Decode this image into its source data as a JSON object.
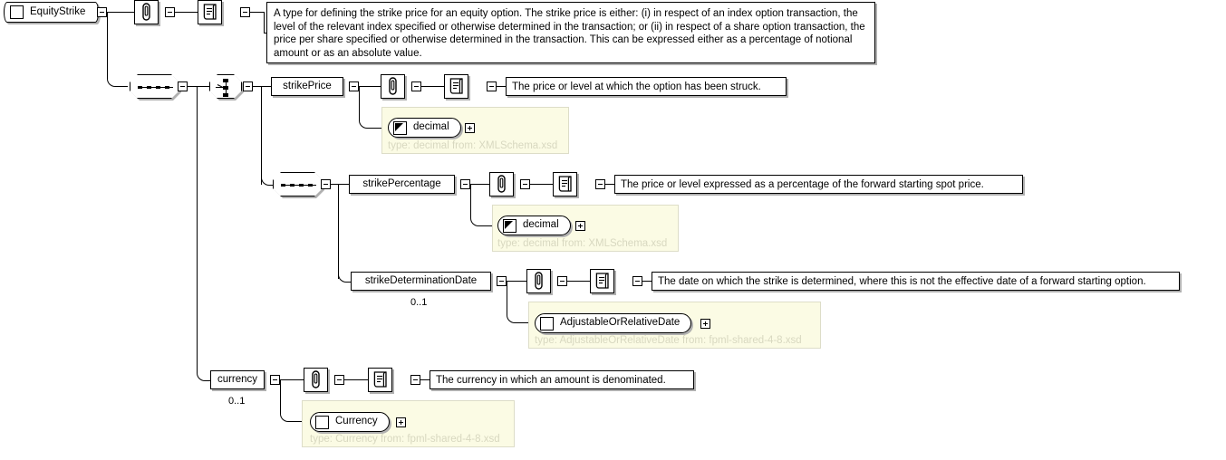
{
  "diagram": {
    "title": "EquityStrike",
    "root": {
      "name": "EquityStrike",
      "kind": "complexType",
      "annotation_icon": "paperclip-icon",
      "documentation_icon": "documentation-icon",
      "documentation": "A type for defining the strike price for an equity option. The strike price is either: (i) in respect of an index option transaction, the level of the relevant index specified or otherwise determined in the transaction; or (ii) in respect of a share option transaction, the price per share specified or otherwise determined in the transaction. This can be expressed either as a percentage of notional amount or as an absolute value."
    },
    "compositors": {
      "sequence_label": "sequence",
      "choice_label": "choice"
    },
    "elements": [
      {
        "name": "strikePrice",
        "cardinality": "",
        "documentation": "The price or level at which the option has been struck.",
        "type_name": "decimal",
        "type_glyph": "triangle-glyph",
        "type_caption": "type: decimal from: XMLSchema.xsd"
      },
      {
        "name": "strikePercentage",
        "cardinality": "",
        "documentation": "The price or level expressed as a percentage of the forward starting spot price.",
        "type_name": "decimal",
        "type_glyph": "triangle-glyph",
        "type_caption": "type: decimal from: XMLSchema.xsd"
      },
      {
        "name": "strikeDeterminationDate",
        "cardinality": "0..1",
        "documentation": "The date on which the strike is determined, where this is not the effective date of a forward starting option.",
        "type_name": "AdjustableOrRelativeDate",
        "type_glyph": "square-glyph",
        "type_caption": "type: AdjustableOrRelativeDate from: fpml-shared-4-8.xsd"
      },
      {
        "name": "currency",
        "cardinality": "0..1",
        "documentation": "The currency in which an amount is denominated.",
        "type_name": "Currency",
        "type_glyph": "square-glyph",
        "type_caption": "type: Currency from: fpml-shared-4-8.xsd"
      }
    ],
    "colors": {
      "background": "#ffffff",
      "line": "#000000",
      "shadow": "#b0b0b0",
      "type_panel_fill": "#fbfbe4",
      "type_panel_border": "#ddddc8",
      "type_caption_text": "#d8d8c0"
    },
    "expander_state": {
      "collapse_symbol": "-",
      "expand_symbol": "+"
    }
  }
}
